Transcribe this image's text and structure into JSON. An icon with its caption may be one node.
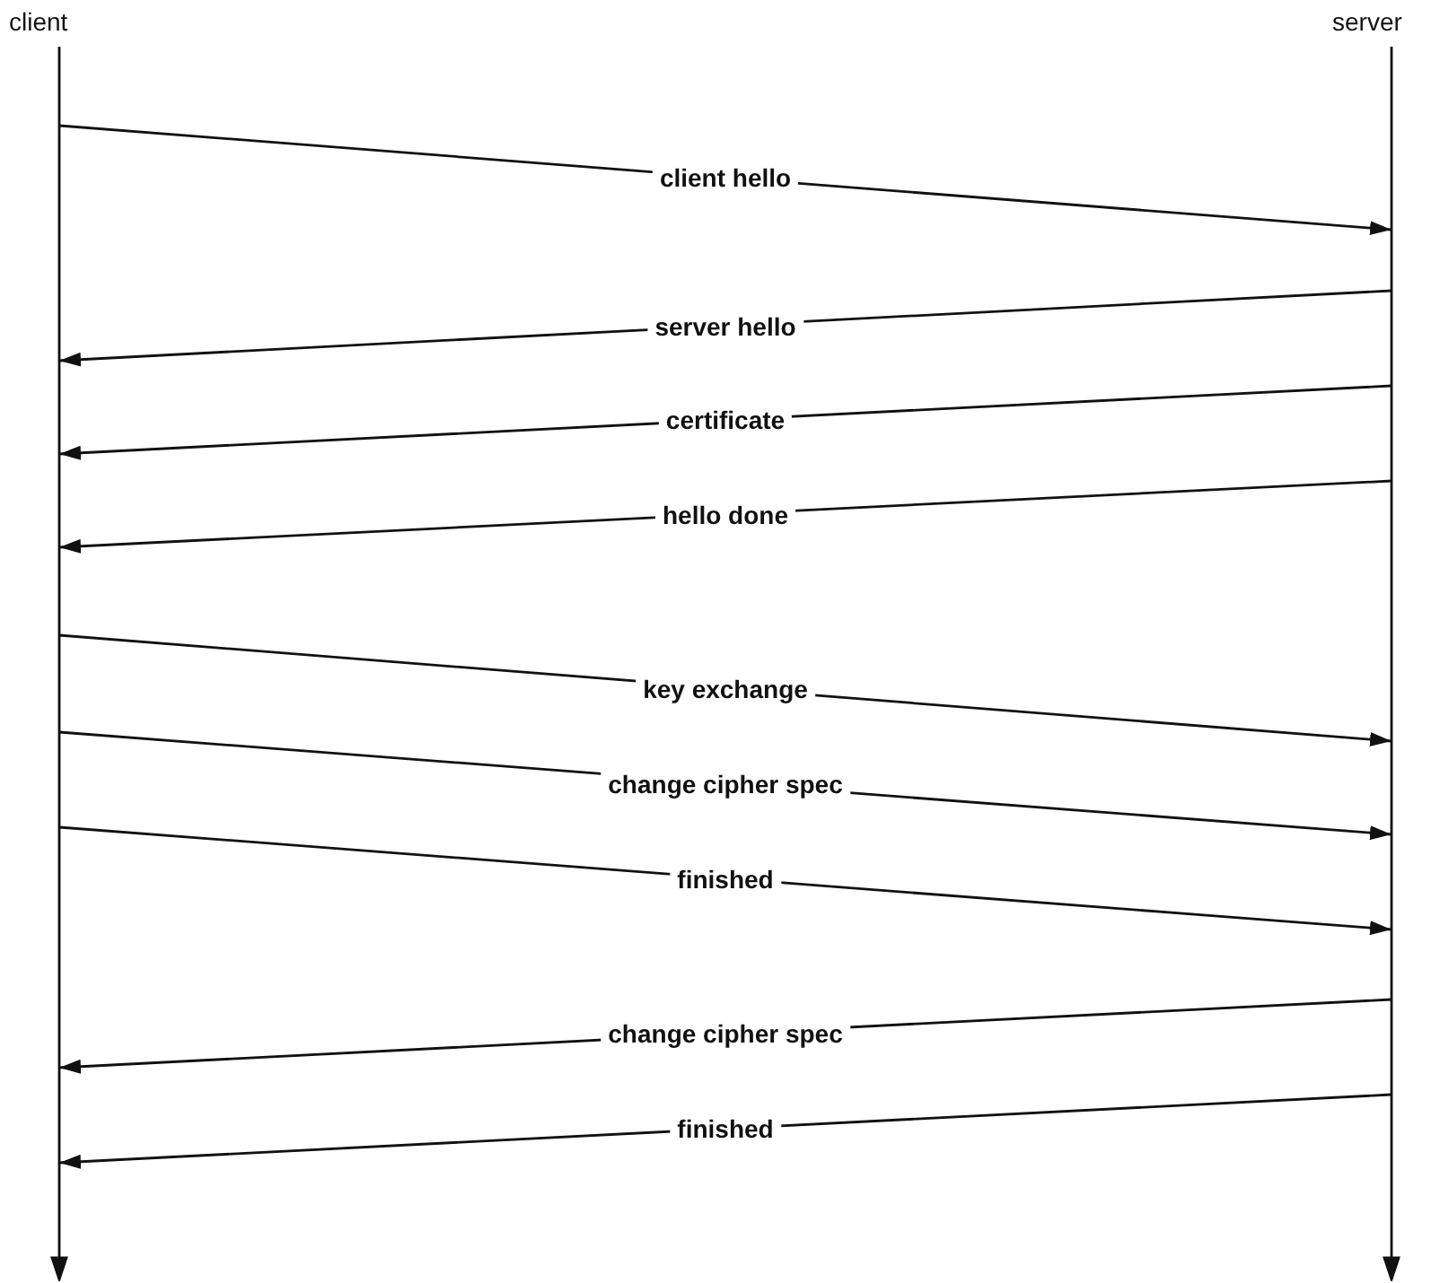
{
  "diagram": {
    "nodes": [
      {
        "text": [
          "client"
        ]
      },
      {
        "text": [
          "server"
        ]
      }
    ],
    "edges": [
      {
        "from": 0,
        "to": 1,
        "label": "client hello",
        "arrow": "to"
      },
      {
        "from": 1,
        "to": 0,
        "label": "server hello",
        "arrow": "to"
      },
      {
        "from": 1,
        "to": 0,
        "label": "certificate",
        "arrow": "to"
      },
      {
        "from": 1,
        "to": 0,
        "label": "hello done",
        "arrow": "to"
      },
      {
        "from": 0,
        "to": 1,
        "label": "key exchange",
        "arrow": "to"
      },
      {
        "from": 0,
        "to": 1,
        "label": "change cipher spec",
        "arrow": "to"
      },
      {
        "from": 0,
        "to": 1,
        "label": "finished",
        "arrow": "to"
      },
      {
        "from": 1,
        "to": 0,
        "label": "change cipher spec",
        "arrow": "to"
      },
      {
        "from": 1,
        "to": 0,
        "label": "finished",
        "arrow": "to"
      }
    ]
  }
}
